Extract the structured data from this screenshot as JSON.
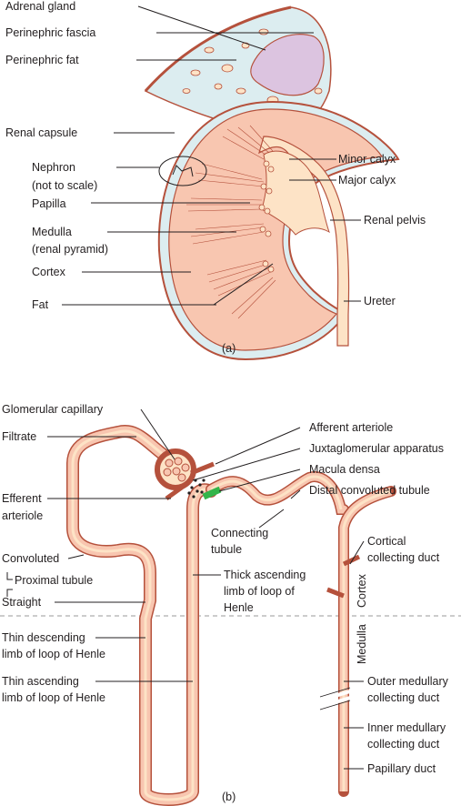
{
  "colors": {
    "kidney": "#f8c6b0",
    "kidney_outline": "#b5513c",
    "pelvis": "#fde3c6",
    "fat": "#dcedf0",
    "adrenal": "#dcc4e0",
    "tubule": "#f8c6b0",
    "tubule_lumen": "#fde3c6",
    "macula": "#33b54a",
    "line": "#231f20"
  },
  "panel_a": {
    "caption": "(a)",
    "labels": {
      "adrenal": "Adrenal gland",
      "fascia": "Perinephric fascia",
      "perifat": "Perinephric fat",
      "capsule": "Renal capsule",
      "nephron1": "Nephron",
      "nephron2": "(not to scale)",
      "papilla": "Papilla",
      "medulla1": "Medulla",
      "medulla2": "(renal pyramid)",
      "cortex": "Cortex",
      "fat": "Fat",
      "minor": "Minor calyx",
      "major": "Major calyx",
      "pelvis": "Renal pelvis",
      "ureter": "Ureter"
    }
  },
  "panel_b": {
    "caption": "(b)",
    "labels": {
      "glom": "Glomerular capillary",
      "filtrate": "Filtrate",
      "efferent1": "Efferent",
      "efferent2": "arteriole",
      "convoluted": "Convoluted",
      "proximal": "Proximal tubule",
      "straight": "Straight",
      "thindesc1": "Thin descending",
      "thindesc2": "limb of loop of Henle",
      "thinasc1": "Thin ascending",
      "thinasc2": "limb of loop of Henle",
      "afferent": "Afferent arteriole",
      "jga": "Juxtaglomerular apparatus",
      "macula": "Macula densa",
      "dct": "Distal convoluted tubule",
      "connecting1": "Connecting",
      "connecting2": "tubule",
      "thick1": "Thick ascending",
      "thick2": "limb of loop of",
      "thick3": "Henle",
      "cortical1": "Cortical",
      "cortical2": "collecting duct",
      "cortex_zone": "Cortex",
      "medulla_zone": "Medulla",
      "outer1": "Outer medullary",
      "outer2": "collecting duct",
      "inner1": "Inner medullary",
      "inner2": "collecting duct",
      "papillary": "Papillary duct"
    }
  }
}
